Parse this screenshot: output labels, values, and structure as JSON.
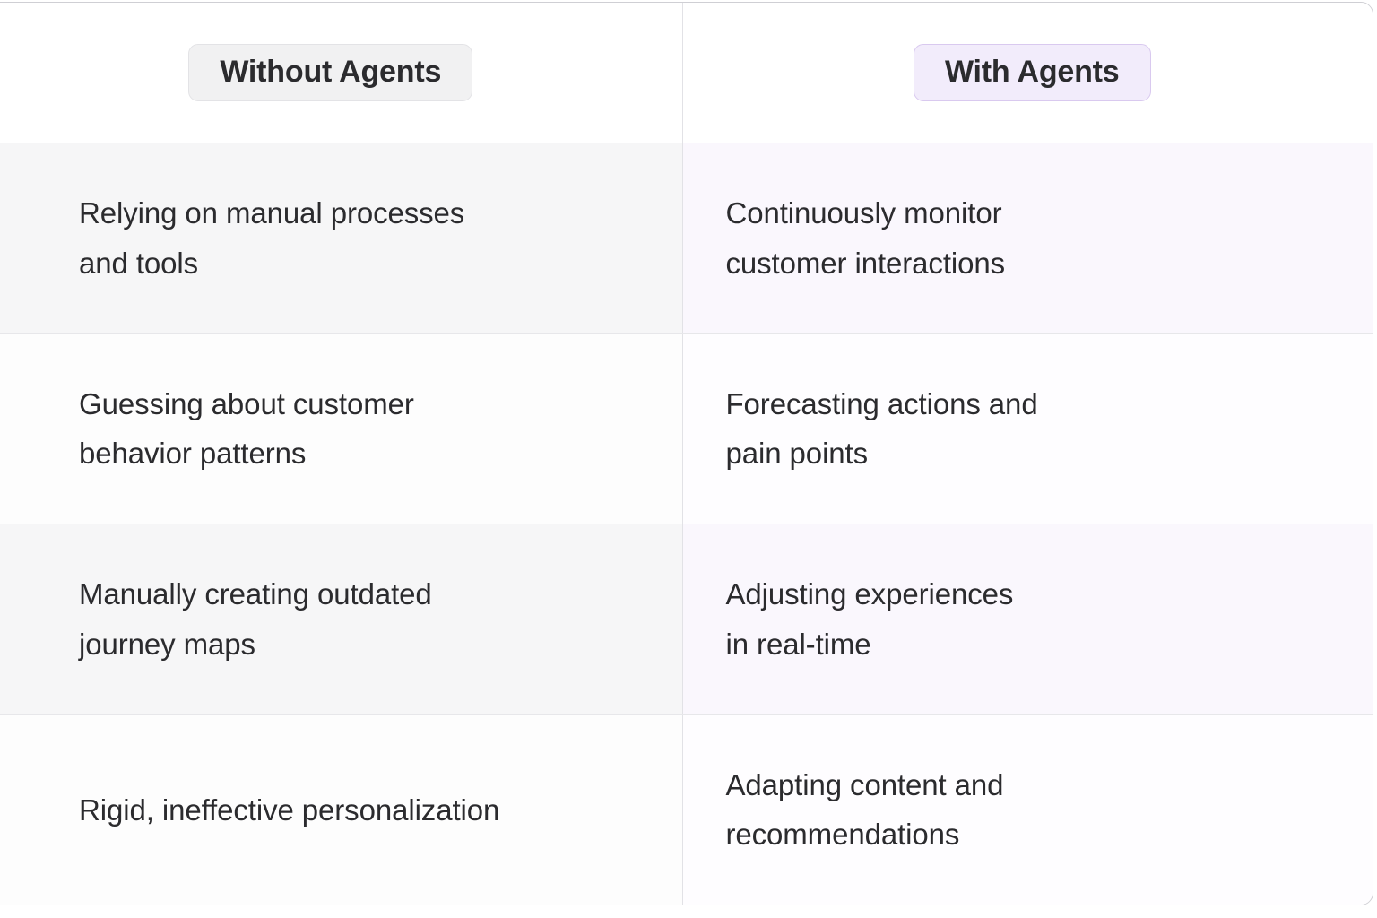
{
  "card": {
    "accent_color": "#f2ecfb",
    "accent_border_color": "#d9c9ef",
    "neutral_color": "#f1f1f2",
    "neutral_border_color": "#e3e3e6",
    "text_color": "#2b2b2e",
    "divider_color": "#e2e2e6"
  },
  "table": {
    "headers": [
      {
        "label": "Without Agents",
        "style": "neutral"
      },
      {
        "label": "With Agents",
        "style": "accent"
      }
    ],
    "rows": [
      {
        "left": "Relying on manual processes\nand tools",
        "right": "Continuously monitor\ncustomer interactions"
      },
      {
        "left": "Guessing about customer\nbehavior patterns",
        "right": "Forecasting actions and\npain points"
      },
      {
        "left": "Manually creating outdated\njourney maps",
        "right": "Adjusting experiences\nin real-time"
      },
      {
        "left": "Rigid, ineffective personalization",
        "right": "Adapting content and\nrecommendations"
      }
    ]
  }
}
